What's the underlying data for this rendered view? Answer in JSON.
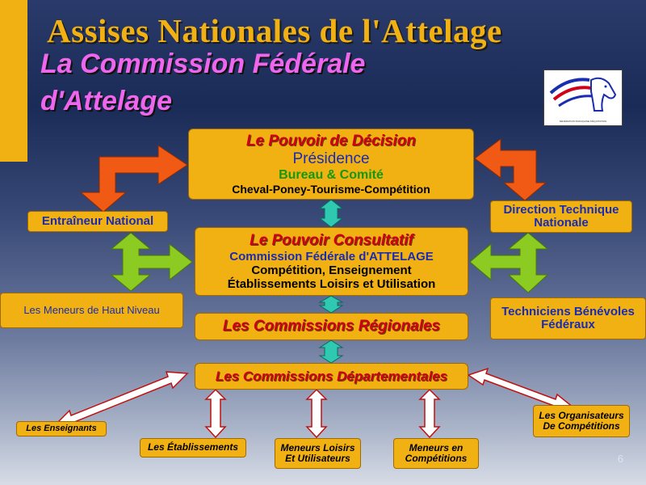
{
  "header": {
    "title": "Assises Nationales de l'Attelage",
    "subtitle_line1": "La Commission Fédérale",
    "subtitle_line2": "d'Attelage"
  },
  "logo": {
    "icon": "horse-head-logo-icon",
    "caption": "FÉDÉRATION FRANÇAISE D'ÉQUITATION"
  },
  "boxes": {
    "decision": {
      "title": "Le Pouvoir de Décision",
      "line1": "Présidence",
      "line2": "Bureau & Comité",
      "line3": "Cheval-Poney-Tourisme-Compétition"
    },
    "consultatif": {
      "title": "Le Pouvoir Consultatif",
      "line1": "Commission Fédérale d'ATTELAGE",
      "line2": "Compétition, Enseignement",
      "line3": "Établissements Loisirs et Utilisation"
    },
    "regionales": "Les Commissions Régionales",
    "departementales": "Les Commissions Départementales",
    "entraineur": "Entraîneur National",
    "direction": {
      "line1": "Direction Technique",
      "line2": "Nationale"
    },
    "meneurs_haut": "Les Meneurs de Haut Niveau",
    "techniciens": {
      "line1": "Techniciens Bénévoles",
      "line2": "Fédéraux"
    },
    "enseignants": "Les Enseignants",
    "etablissements": "Les Établissements",
    "meneurs_loisirs": {
      "line1": "Meneurs Loisirs",
      "line2": "Et Utilisateurs"
    },
    "meneurs_competitions": {
      "line1": "Meneurs en",
      "line2": "Compétitions"
    },
    "organisateurs": {
      "line1": "Les Organisateurs",
      "line2": "De Compétitions"
    }
  },
  "page_number": "6",
  "colors": {
    "box": "#f2b112",
    "title": "#f2b112",
    "subtitle": "#ee66ee",
    "orange_arrow": "#f05a14",
    "green_arrow": "#8ccc22",
    "teal_arrow": "#2fc8b0"
  }
}
